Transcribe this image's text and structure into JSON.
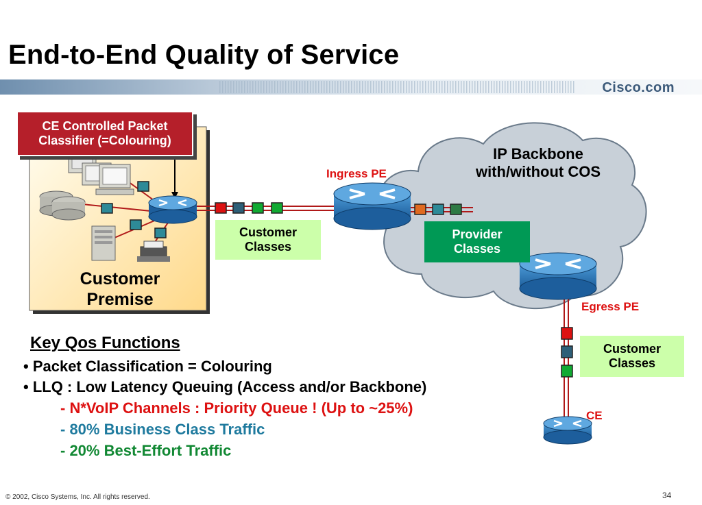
{
  "slide": {
    "title": "End-to-End Quality of Service",
    "brand": "Cisco.com",
    "footer": "© 2002, Cisco Systems, Inc. All rights reserved.",
    "page_number": "34"
  },
  "diagram": {
    "ce_classifier": {
      "line1": "CE Controlled  Packet",
      "line2": "Classifier (=Colouring)"
    },
    "customer_premise": {
      "line1": "Customer",
      "line2": "Premise"
    },
    "customer_classes_left": {
      "line1": "Customer",
      "line2": "Classes"
    },
    "provider_classes": {
      "line1": "Provider",
      "line2": "Classes"
    },
    "customer_classes_right": {
      "line1": "Customer",
      "line2": "Classes"
    },
    "cloud": {
      "line1": "IP Backbone",
      "line2": "with/without COS"
    },
    "ingress_pe": "Ingress PE",
    "egress_pe": "Egress PE",
    "ce": "CE",
    "colors": {
      "ce_box": "#b51f2a",
      "customer_classes": "#ccffaa",
      "provider_classes": "#009955",
      "cloud": "#c8d0d8",
      "router": "#2f78b8",
      "link": "#b01818"
    },
    "icons": [
      "router-icon",
      "pc-icon",
      "server-icon",
      "disk-icon",
      "printer-icon",
      "packet-icon"
    ]
  },
  "key_functions": {
    "title": "Key Qos Functions",
    "item1": "• Packet Classification = Colouring",
    "item2": "• LLQ : Low Latency Queuing (Access and/or Backbone)",
    "sub1": "- N*VoIP Channels : Priority Queue ! (Up to ~25%)",
    "sub2": "- 80% Business Class Traffic",
    "sub3": "- 20% Best-Effort Traffic"
  }
}
